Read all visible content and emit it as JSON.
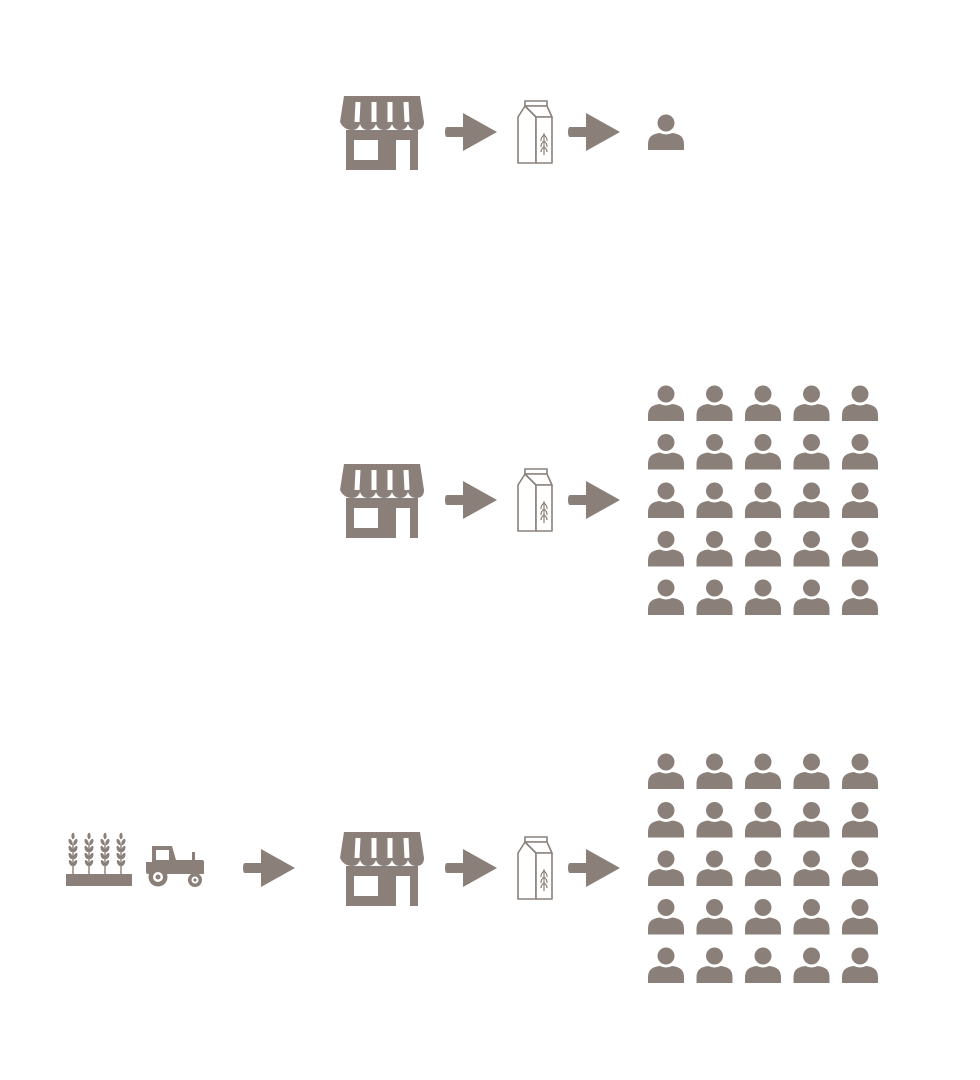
{
  "palette": {
    "icon": "#8b8079",
    "background": "#ffffff",
    "carton_fill": "#ffffff"
  },
  "rows": [
    {
      "name": "row-single-person",
      "source": null,
      "chain": [
        "store-icon",
        "arrow-icon",
        "milk-carton-icon",
        "arrow-icon"
      ],
      "people": {
        "rows": 1,
        "cols": 1,
        "count": 1
      }
    },
    {
      "name": "row-many-people",
      "source": null,
      "chain": [
        "store-icon",
        "arrow-icon",
        "milk-carton-icon",
        "arrow-icon"
      ],
      "people": {
        "rows": 5,
        "cols": 5,
        "count": 25
      }
    },
    {
      "name": "row-farm-to-many-people",
      "source": [
        "wheat-field-icon",
        "tractor-icon",
        "arrow-icon"
      ],
      "chain": [
        "store-icon",
        "arrow-icon",
        "milk-carton-icon",
        "arrow-icon"
      ],
      "people": {
        "rows": 5,
        "cols": 5,
        "count": 25
      }
    }
  ]
}
